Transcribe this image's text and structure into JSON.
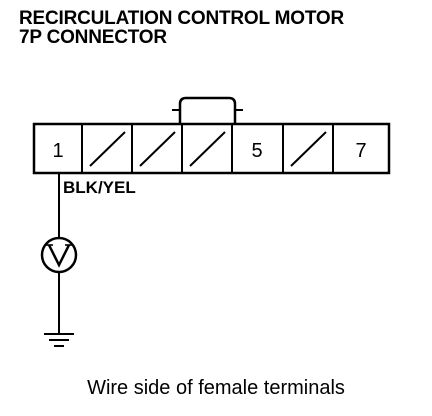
{
  "title": {
    "line1": "RECIRCULATION CONTROL MOTOR",
    "line2": "7P CONNECTOR"
  },
  "connector": {
    "cells": [
      {
        "label": "1",
        "blank": false
      },
      {
        "label": "",
        "blank": true
      },
      {
        "label": "",
        "blank": true
      },
      {
        "label": "",
        "blank": true
      },
      {
        "label": "5",
        "blank": false
      },
      {
        "label": "",
        "blank": true
      },
      {
        "label": "7",
        "blank": false
      }
    ]
  },
  "wire": {
    "color_label": "BLK/YEL"
  },
  "meter": {
    "symbol": "V"
  },
  "caption": "Wire side of female terminals"
}
